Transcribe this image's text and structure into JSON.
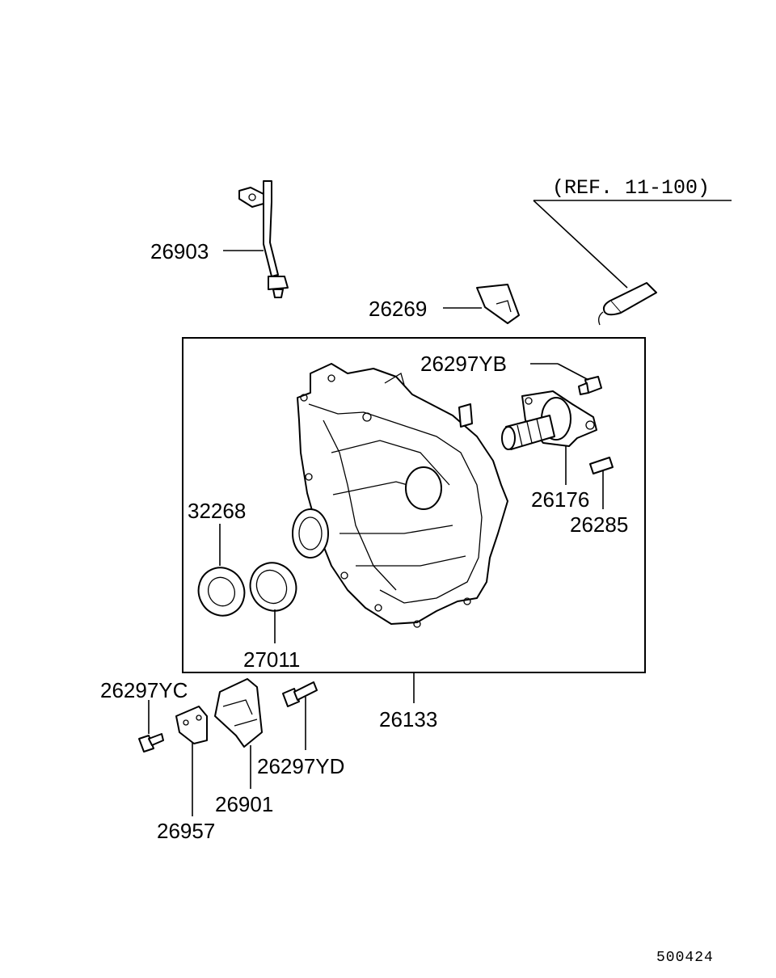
{
  "reference": "(REF. 11-100)",
  "diagram_code": "500424",
  "parts": {
    "p26903": "26903",
    "p26269": "26269",
    "p26297YB": "26297YB",
    "p26176": "26176",
    "p26285": "26285",
    "p32268": "32268",
    "p27011": "27011",
    "p26133": "26133",
    "p26297YC": "26297YC",
    "p26297YD": "26297YD",
    "p26901": "26901",
    "p26957": "26957"
  }
}
